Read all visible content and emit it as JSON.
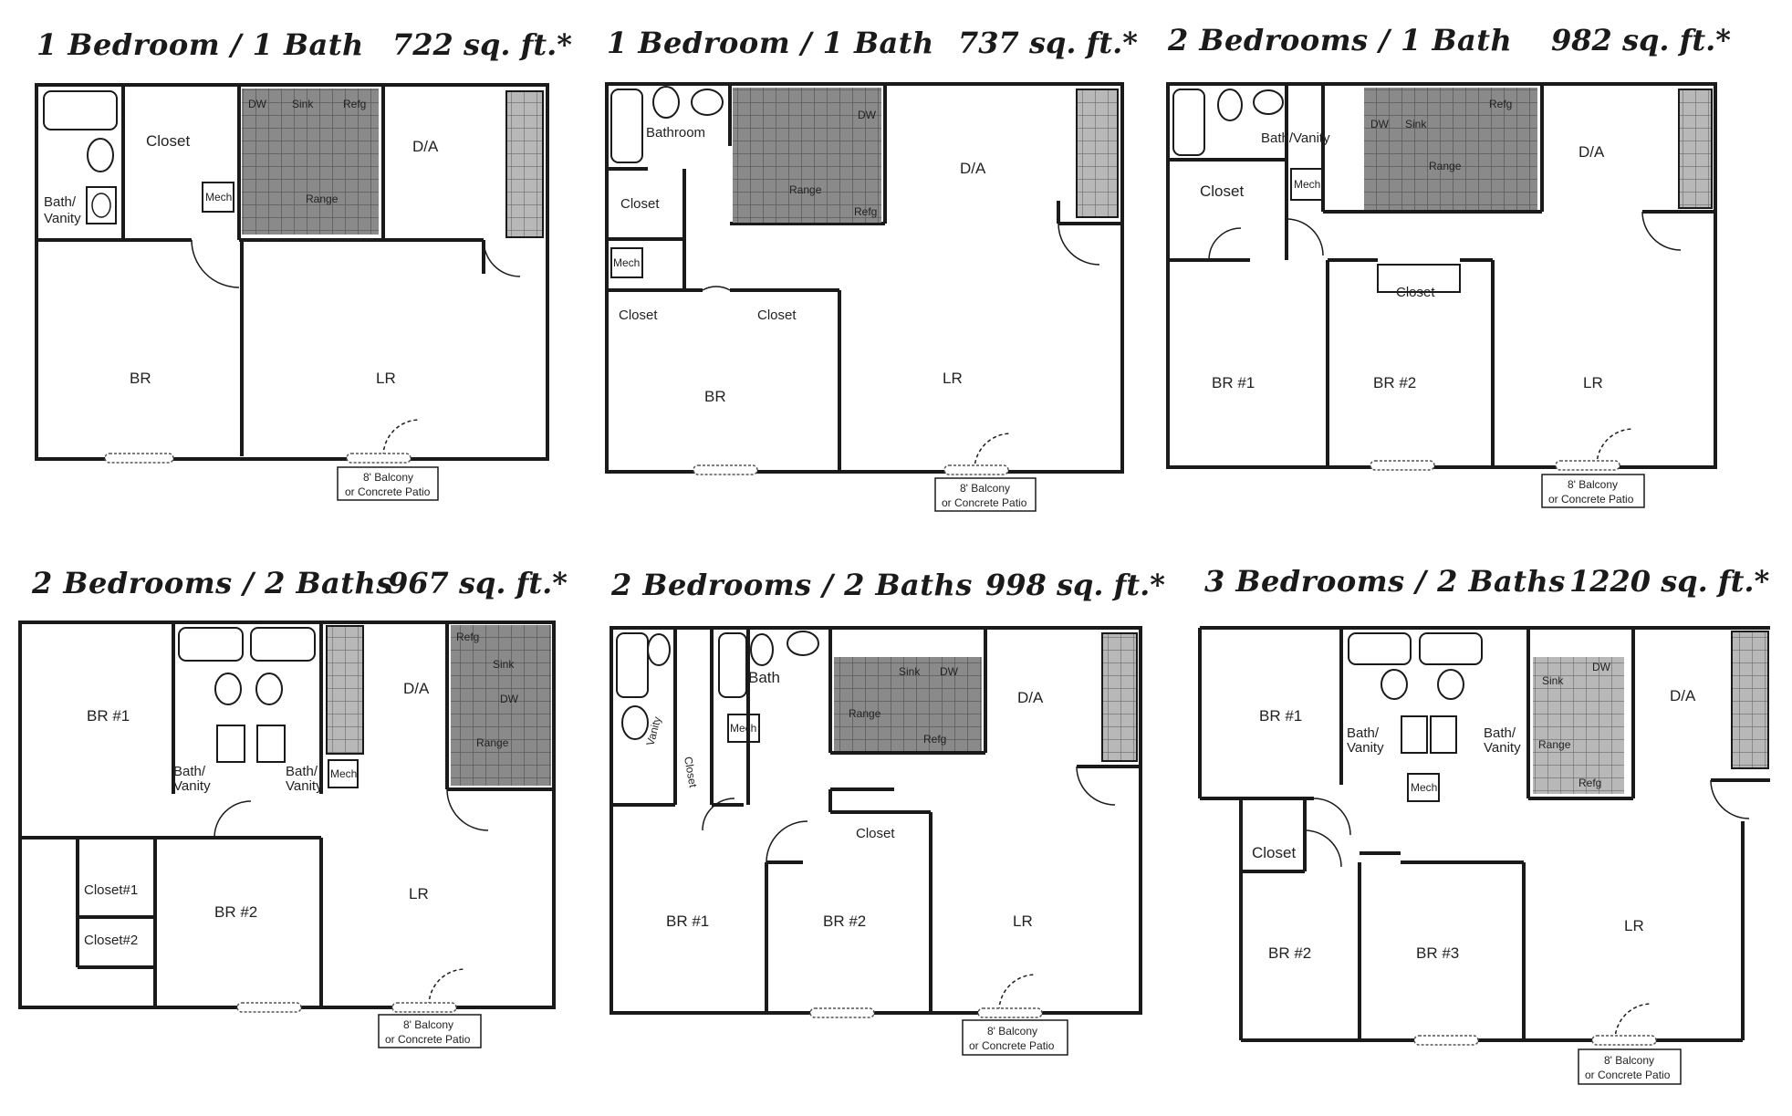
{
  "plans": [
    {
      "title": "1 Bedroom / 1 Bath",
      "area": "722 sq. ft.*",
      "rooms": {
        "closet": "Closet",
        "bath": "Bath/\nVanity",
        "da": "D/A",
        "br": "BR",
        "lr": "LR",
        "dw": "DW",
        "sink": "Sink",
        "refg": "Refg",
        "range": "Range",
        "mech": "Mech",
        "balcony1": "8' Balcony",
        "balcony2": "or Concrete Patio"
      }
    },
    {
      "title": "1 Bedroom / 1 Bath",
      "area": "737 sq. ft.*",
      "rooms": {
        "bathroom": "Bathroom",
        "closet_a": "Closet",
        "closet_b": "Closet",
        "closet_c": "Closet",
        "da": "D/A",
        "br": "BR",
        "lr": "LR",
        "range": "Range",
        "refg": "Refg",
        "dw": "DW",
        "mech": "Mech",
        "balcony1": "8' Balcony",
        "balcony2": "or Concrete Patio"
      }
    },
    {
      "title": "2 Bedrooms / 1 Bath",
      "area": "982 sq. ft.*",
      "rooms": {
        "bath": "Bath/Vanity",
        "closet_a": "Closet",
        "closet_b": "Closet",
        "da": "D/A",
        "br1": "BR #1",
        "br2": "BR #2",
        "lr": "LR",
        "dw": "DW",
        "sink": "Sink",
        "refg": "Refg",
        "range": "Range",
        "mech": "Mech",
        "balcony1": "8' Balcony",
        "balcony2": "or Concrete Patio"
      }
    },
    {
      "title": "2 Bedrooms / 2 Baths",
      "area": "967 sq. ft.*",
      "rooms": {
        "br1": "BR #1",
        "bath_a": "Bath/\nVanity",
        "bath_b": "Bath/\nVanity",
        "da": "D/A",
        "closet1": "Closet#1",
        "closet2": "Closet#2",
        "br2": "BR #2",
        "lr": "LR",
        "refg": "Refg",
        "sink": "Sink",
        "dw": "DW",
        "range": "Range",
        "mech": "Mech",
        "balcony1": "8' Balcony",
        "balcony2": "or Concrete Patio"
      }
    },
    {
      "title": "2 Bedrooms / 2 Baths",
      "area": "998 sq. ft.*",
      "rooms": {
        "bath": "Bath",
        "vanity": "Vanity",
        "closet_a": "Closet",
        "closet_b": "Closet",
        "da": "D/A",
        "br1": "BR #1",
        "br2": "BR #2",
        "lr": "LR",
        "sink": "Sink",
        "dw": "DW",
        "range": "Range",
        "refg": "Refg",
        "mech": "Mech",
        "balcony1": "8' Balcony",
        "balcony2": "or Concrete Patio"
      }
    },
    {
      "title": "3 Bedrooms / 2 Baths",
      "area": "1220 sq. ft.*",
      "rooms": {
        "br1": "BR #1",
        "bath_a": "Bath/\nVanity",
        "bath_b": "Bath/\nVanity",
        "da": "D/A",
        "closet": "Closet",
        "br2": "BR #2",
        "br3": "BR #3",
        "lr": "LR",
        "sink": "Sink",
        "range": "Range",
        "refg": "Refg",
        "dw": "DW",
        "mech": "Mech",
        "balcony1": "8' Balcony",
        "balcony2": "or Concrete Patio"
      }
    }
  ]
}
